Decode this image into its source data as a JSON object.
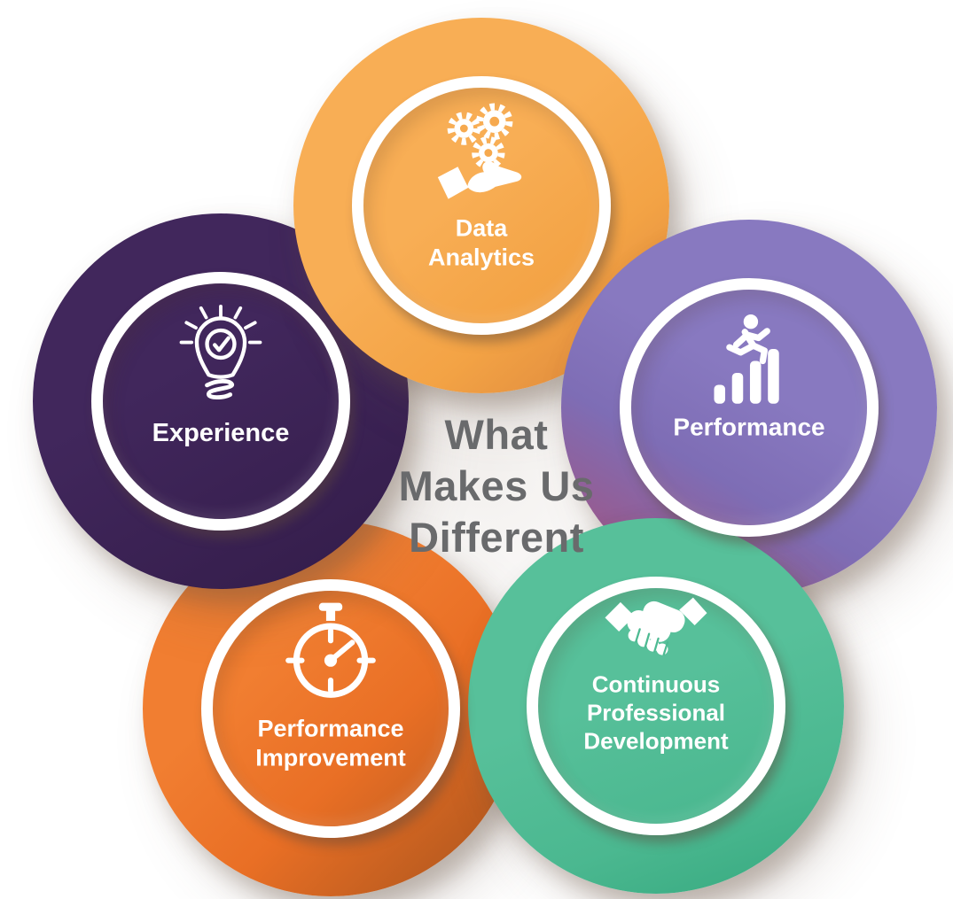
{
  "title": {
    "line1": "What",
    "line2": "Makes Us",
    "line3": "Different",
    "color": "#696A6C"
  },
  "nodes": {
    "data_analytics": {
      "label_lines": [
        "Data",
        "Analytics"
      ],
      "icon": "hand-gears-icon",
      "color": "#F6A94E",
      "shade_color": "#D8823B",
      "text_color": "#FFFFFF"
    },
    "performance": {
      "label_lines": [
        "Performance"
      ],
      "icon": "runner-bars-icon",
      "color": "#7E6DB5",
      "shade_color": "#AF4C77",
      "text_color": "#FFFFFF"
    },
    "continuous_professional_development": {
      "label_lines": [
        "Continuous",
        "Professional",
        "Development"
      ],
      "icon": "handshake-icon",
      "color": "#4DBA92",
      "shade_color": "#35A87E",
      "text_color": "#FFFFFF"
    },
    "performance_improvement": {
      "label_lines": [
        "Performance",
        "Improvement"
      ],
      "icon": "stopwatch-icon",
      "color": "#EB7127",
      "shade_color": "#9C4F1E",
      "text_color": "#FFFFFF"
    },
    "experience": {
      "label_lines": [
        "Experience"
      ],
      "icon": "lightbulb-check-icon",
      "color": "#3A2153",
      "shade_color": "#331C49",
      "text_color": "#FFFFFF"
    }
  },
  "ring_color": "#FFFFFF",
  "background_color": "#FFFFFF"
}
